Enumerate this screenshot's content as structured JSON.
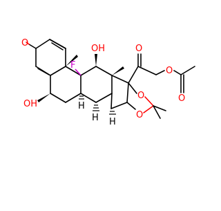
{
  "labels": {
    "oxo3": "O",
    "oh6": "OH",
    "f9": "F",
    "oh11": "OH",
    "oxo20": "O",
    "o_ester": "O",
    "o_acyl": "O",
    "o16": "O",
    "o17": "O",
    "h8": "H",
    "h14": "H",
    "h16": "H"
  },
  "colors": {
    "bond": "#000000",
    "oxygen": "#ff0000",
    "fluorine": "#cc00cc",
    "hydrogen": "#000000"
  }
}
